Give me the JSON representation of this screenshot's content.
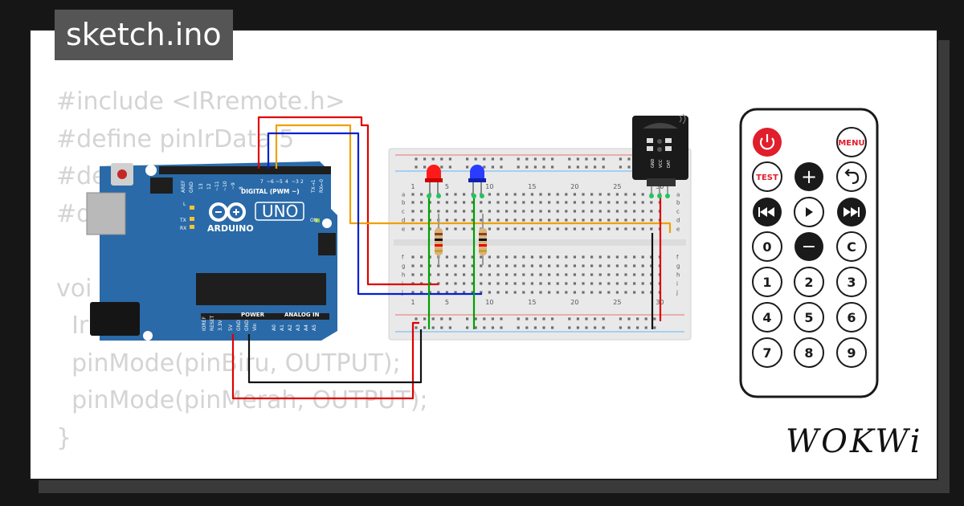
{
  "sketch_title": "sketch.ino",
  "code_lines": [
    "#include <IRremote.h>",
    "#define pinIrData 5",
    "#de",
    "#d",
    "",
    "voi",
    "  Ir                      Data);",
    "  pinMode(pinBiru, OUTPUT);",
    "  pinMode(pinMerah, OUTPUT);",
    "}",
    "  "
  ],
  "arduino": {
    "brand": "ARDUINO",
    "model": "UNO",
    "digital_header": "DIGITAL (PWM ~)",
    "power_header": "POWER",
    "analog_header": "ANALOG IN",
    "labels": [
      "AREF",
      "GND",
      "13",
      "12",
      "~11",
      "~10",
      "~9",
      "8",
      "7",
      "~6",
      "~5",
      "4",
      "~3",
      "2",
      "TX→1",
      "RX←0",
      "L",
      "TX",
      "RX",
      "ON",
      "IOREF",
      "RESET",
      "3.3V",
      "5V",
      "GND",
      "GND",
      "Vin",
      "A0",
      "A1",
      "A2",
      "A3",
      "A4",
      "A5"
    ]
  },
  "breadboard": {
    "column_numbers": [
      "1",
      "5",
      "10",
      "15",
      "20",
      "25",
      "30"
    ],
    "row_letters_top": [
      "a",
      "b",
      "c",
      "d",
      "e"
    ],
    "row_letters_bottom": [
      "f",
      "g",
      "h",
      "i",
      "j"
    ]
  },
  "ir_receiver": {
    "pins": [
      "GND",
      "VCC",
      "DAT"
    ]
  },
  "remote": {
    "buttons": [
      "power",
      "MENU",
      "TEST",
      "+",
      "back",
      "prev",
      "play",
      "next",
      "0",
      "−",
      "C",
      "1",
      "2",
      "3",
      "4",
      "5",
      "6",
      "7",
      "8",
      "9"
    ]
  },
  "brand_logo": "WOKWi",
  "colors": {
    "red_wire": "#e00000",
    "blue_wire": "#0020d0",
    "orange_wire": "#f0a000",
    "green_wire": "#00a000",
    "black_wire": "#111111",
    "board": "#2a6aa8",
    "power_button": "#e01e2c"
  }
}
